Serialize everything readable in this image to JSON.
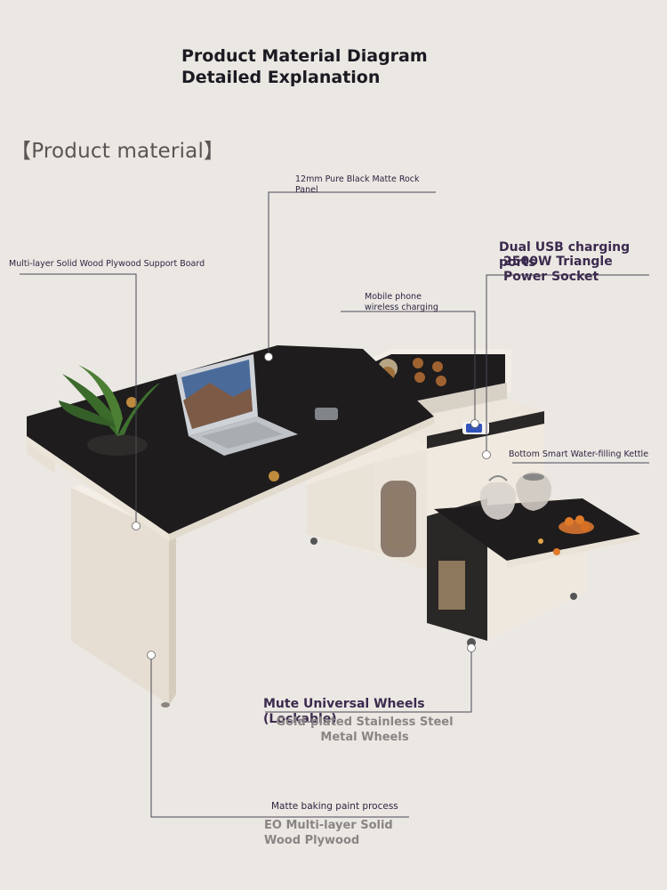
{
  "header": {
    "title": "Product Material Diagram Detailed Explanation",
    "section_label": "【Product material】"
  },
  "callouts": {
    "rock_panel": "12mm Pure Black Matte Rock Panel",
    "plywood_board": "Multi-layer Solid Wood Plywood Support Board",
    "usb_ports": "Dual USB charging ports",
    "power_socket": "2500W Triangle Power Socket",
    "wireless_charging": "Mobile phone wireless charging",
    "kettle": "Bottom Smart Water-filling Kettle",
    "wheels_title": "Mute Universal Wheels (Lockable)",
    "wheels_sub": "Gold-plated Stainless Steel Metal Wheels",
    "paint_title": "Matte baking paint process",
    "paint_sub": "EO Multi-layer Solid Wood Plywood"
  },
  "colors": {
    "background": "#ebe7e3",
    "accent_text": "#3b2a4e",
    "tabletop": "#1e1c1d",
    "cabinet": "#efe9df"
  }
}
